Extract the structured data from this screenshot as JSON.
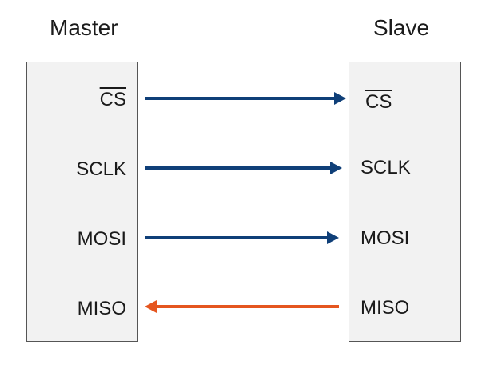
{
  "master": {
    "title": "Master",
    "signals": [
      "CS",
      "SCLK",
      "MOSI",
      "MISO"
    ]
  },
  "slave": {
    "title": "Slave",
    "signals": [
      "CS",
      "SCLK",
      "MOSI",
      "MISO"
    ]
  },
  "colors": {
    "master_to_slave": "#0f3f78",
    "slave_to_master": "#e5561f",
    "box_fill": "#f2f2f2",
    "box_border": "#555555"
  }
}
